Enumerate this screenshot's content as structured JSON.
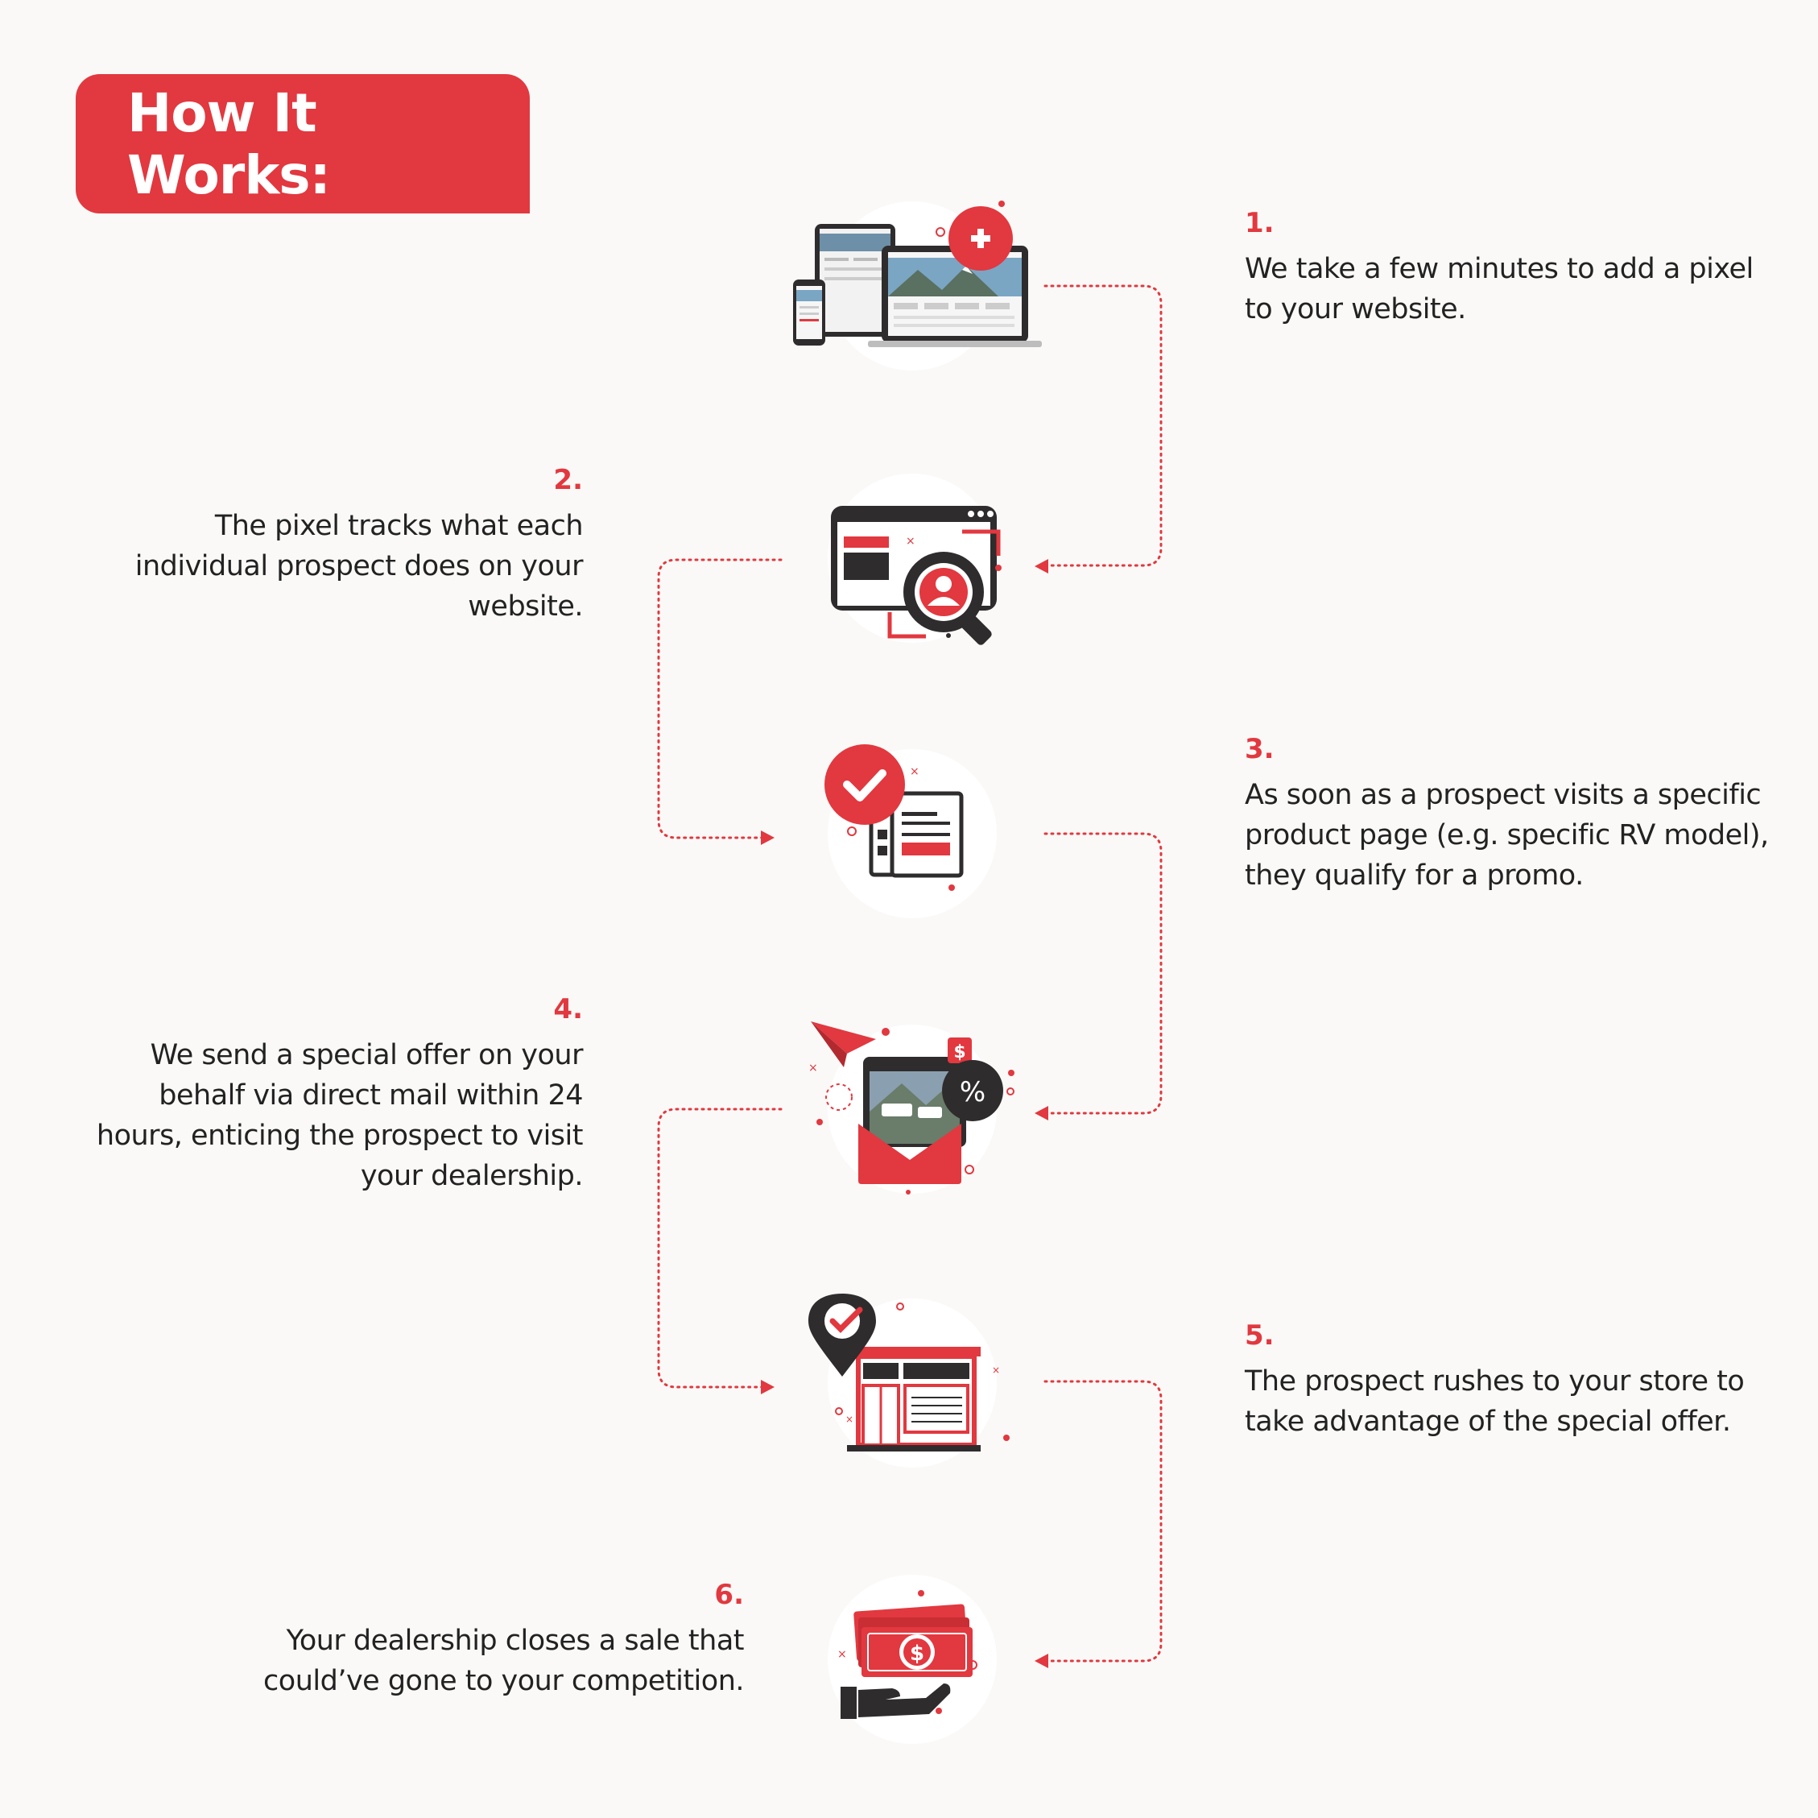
{
  "title": "How It Works:",
  "colors": {
    "accent": "#e2383f",
    "dark": "#2f2c2d",
    "background": "#faf9f7",
    "circle": "#ffffff"
  },
  "steps": [
    {
      "number": "1.",
      "text": "We take a few minutes to add a pixel to your website.",
      "icon": "devices-add-icon"
    },
    {
      "number": "2.",
      "text": "The pixel tracks what each individual prospect does on your website.",
      "icon": "browser-search-user-icon"
    },
    {
      "number": "3.",
      "text": "As soon as a prospect visits a specific product page (e.g. specific RV model), they qualify for a promo.",
      "icon": "checklist-approved-icon"
    },
    {
      "number": "4.",
      "text": "We send a special offer on your behalf via direct mail within 24 hours, enticing the prospect to visit your dealership.",
      "icon": "direct-mail-offer-icon"
    },
    {
      "number": "5.",
      "text": "The prospect rushes to your store to take advantage of the special offer.",
      "icon": "storefront-location-icon"
    },
    {
      "number": "6.",
      "text": "Your dealership closes a sale that could’ve gone to your competition.",
      "icon": "money-hand-icon"
    }
  ]
}
